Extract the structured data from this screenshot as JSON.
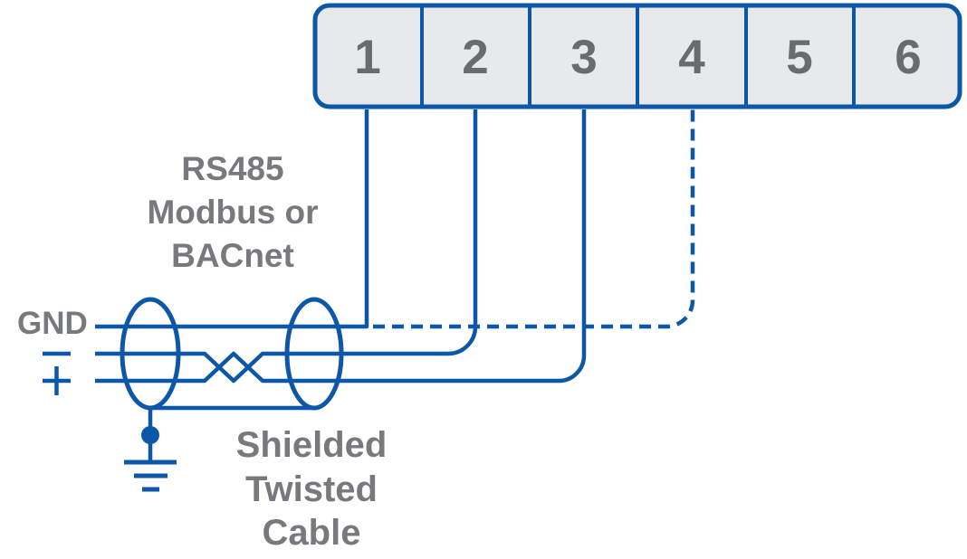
{
  "diagram": {
    "protocol_label": {
      "line1": "RS485",
      "line2": "Modbus or",
      "line3": "BACnet"
    },
    "terminal_block": {
      "terminals": [
        "1",
        "2",
        "3",
        "4",
        "5",
        "6"
      ]
    },
    "wire_labels": {
      "gnd": "GND",
      "minus": "−",
      "plus": "+"
    },
    "cable_label": {
      "line1": "Shielded",
      "line2": "Twisted",
      "line3": "Cable"
    },
    "icons": {
      "minus": "minus-symbol-icon",
      "plus": "plus-symbol-icon",
      "earth_ground": "earth-ground-icon",
      "twisted_pair": "twisted-pair-crossover",
      "shield_junction": "junction-dot"
    },
    "colors": {
      "wire_blue": "#0d57a8",
      "terminal_fill": "#e8e9ea",
      "terminal_number_gray": "#6a6b6e",
      "label_gray": "#78797c"
    }
  }
}
